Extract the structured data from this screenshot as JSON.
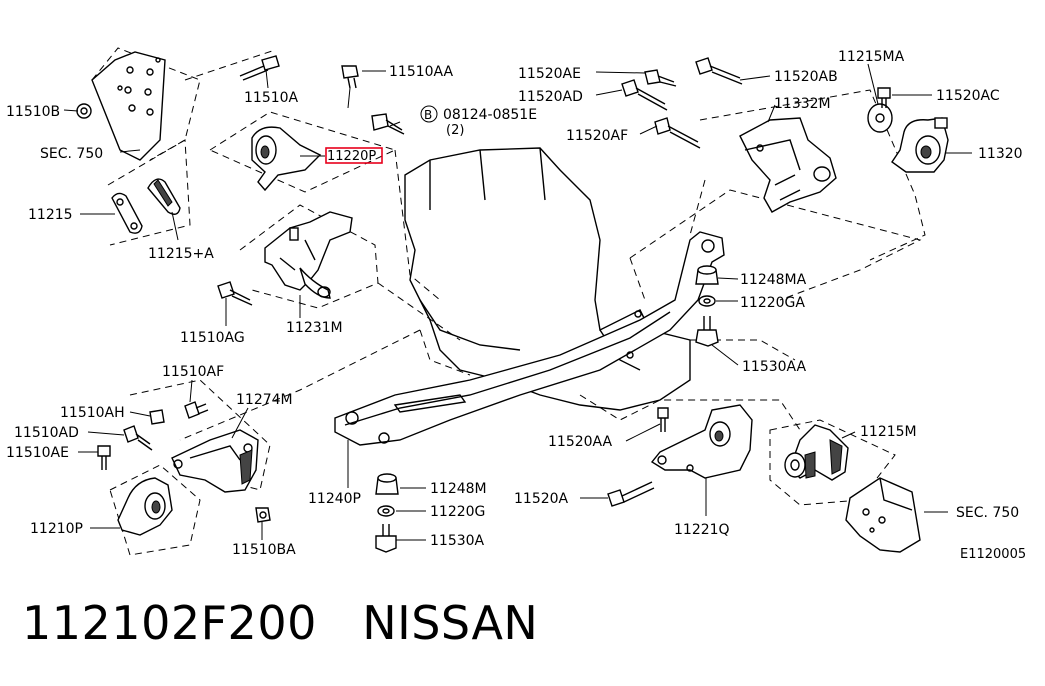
{
  "diagram": {
    "labels": {
      "p11510b": "11510B",
      "sec750_left": "SEC. 750",
      "p11510a": "11510A",
      "p11510aa": "11510AA",
      "p11220p": "11220P",
      "bolt_ref_code": "08124-0851E",
      "bolt_ref_circle": "B",
      "bolt_ref_qty": "(2)",
      "p11215": "11215",
      "p11215a": "11215+A",
      "p11510ag": "11510AG",
      "p11231m": "11231M",
      "p11520ae": "11520AE",
      "p11520ad": "11520AD",
      "p11520af": "11520AF",
      "p11520ab": "11520AB",
      "p11332m": "11332M",
      "p11215ma": "11215MA",
      "p11520ac": "11520AC",
      "p11320": "11320",
      "p11248ma": "11248MA",
      "p11220ga": "11220GA",
      "p11530aa": "11530AA",
      "p11510af": "11510AF",
      "p11510ah": "11510AH",
      "p11274m": "11274M",
      "p11510ad": "11510AD",
      "p11510ae": "11510AE",
      "p11210p": "11210P",
      "p11510ba": "11510BA",
      "p11240p": "11240P",
      "p11248m": "11248M",
      "p11220g": "11220G",
      "p11530a": "11530A",
      "p11520aa": "11520AA",
      "p11520a": "11520A",
      "p11221q": "11221Q",
      "p11215m": "11215M",
      "sec750_right": "SEC. 750",
      "diagram_code": "E1120005"
    },
    "highlight_color": "#e8001c"
  },
  "caption": {
    "part_number": "112102F200",
    "brand": "NISSAN"
  }
}
